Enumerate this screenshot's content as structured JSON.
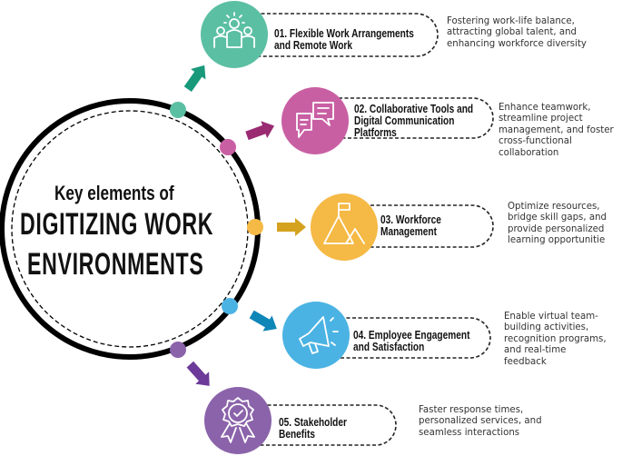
{
  "title": {
    "line1": "Key elements of",
    "line2": "DIGITIZING WORK",
    "line3": "ENVIRONMENTS"
  },
  "items": [
    {
      "label1": "01. Flexible Work Arrangements",
      "label2": "and Remote Work",
      "label3": "",
      "icon": "people-group-icon",
      "color": "#5bbfa3",
      "desc": [
        "Fostering work-life balance,",
        "attracting global talent, and",
        "enhancing workforce diversity"
      ]
    },
    {
      "label1": "02. Collaborative Tools and",
      "label2": "Digital Communication",
      "label3": "Platforms",
      "icon": "chat-bubbles-icon",
      "color": "#c95fa3",
      "desc": [
        "Enhance teamwork,",
        "streamline project",
        "management, and foster",
        "cross-functional",
        "collaboration"
      ]
    },
    {
      "label1": "03. Workforce",
      "label2": "Management",
      "label3": "",
      "icon": "mountain-flag-icon",
      "color": "#f5b945",
      "desc": [
        "Optimize resources,",
        "bridge skill gaps, and",
        "provide personalized",
        "learning opportunitie"
      ]
    },
    {
      "label1": "04. Employee Engagement",
      "label2": "and Satisfaction",
      "label3": "",
      "icon": "megaphone-icon",
      "color": "#4bb3e3",
      "desc": [
        "Enable virtual team-",
        "building activities,",
        "recognition programs,",
        "and real-time",
        "feedback"
      ]
    },
    {
      "label1": "05. Stakeholder",
      "label2": "Benefits",
      "label3": "",
      "icon": "award-badge-icon",
      "color": "#8b63aa",
      "desc": [
        "Faster response times,",
        "personalized services, and",
        "seamless interactions"
      ]
    }
  ],
  "arrow_colors": [
    "#17997a",
    "#9a2a72",
    "#d4a21e",
    "#0f86b8",
    "#6c3a98"
  ]
}
